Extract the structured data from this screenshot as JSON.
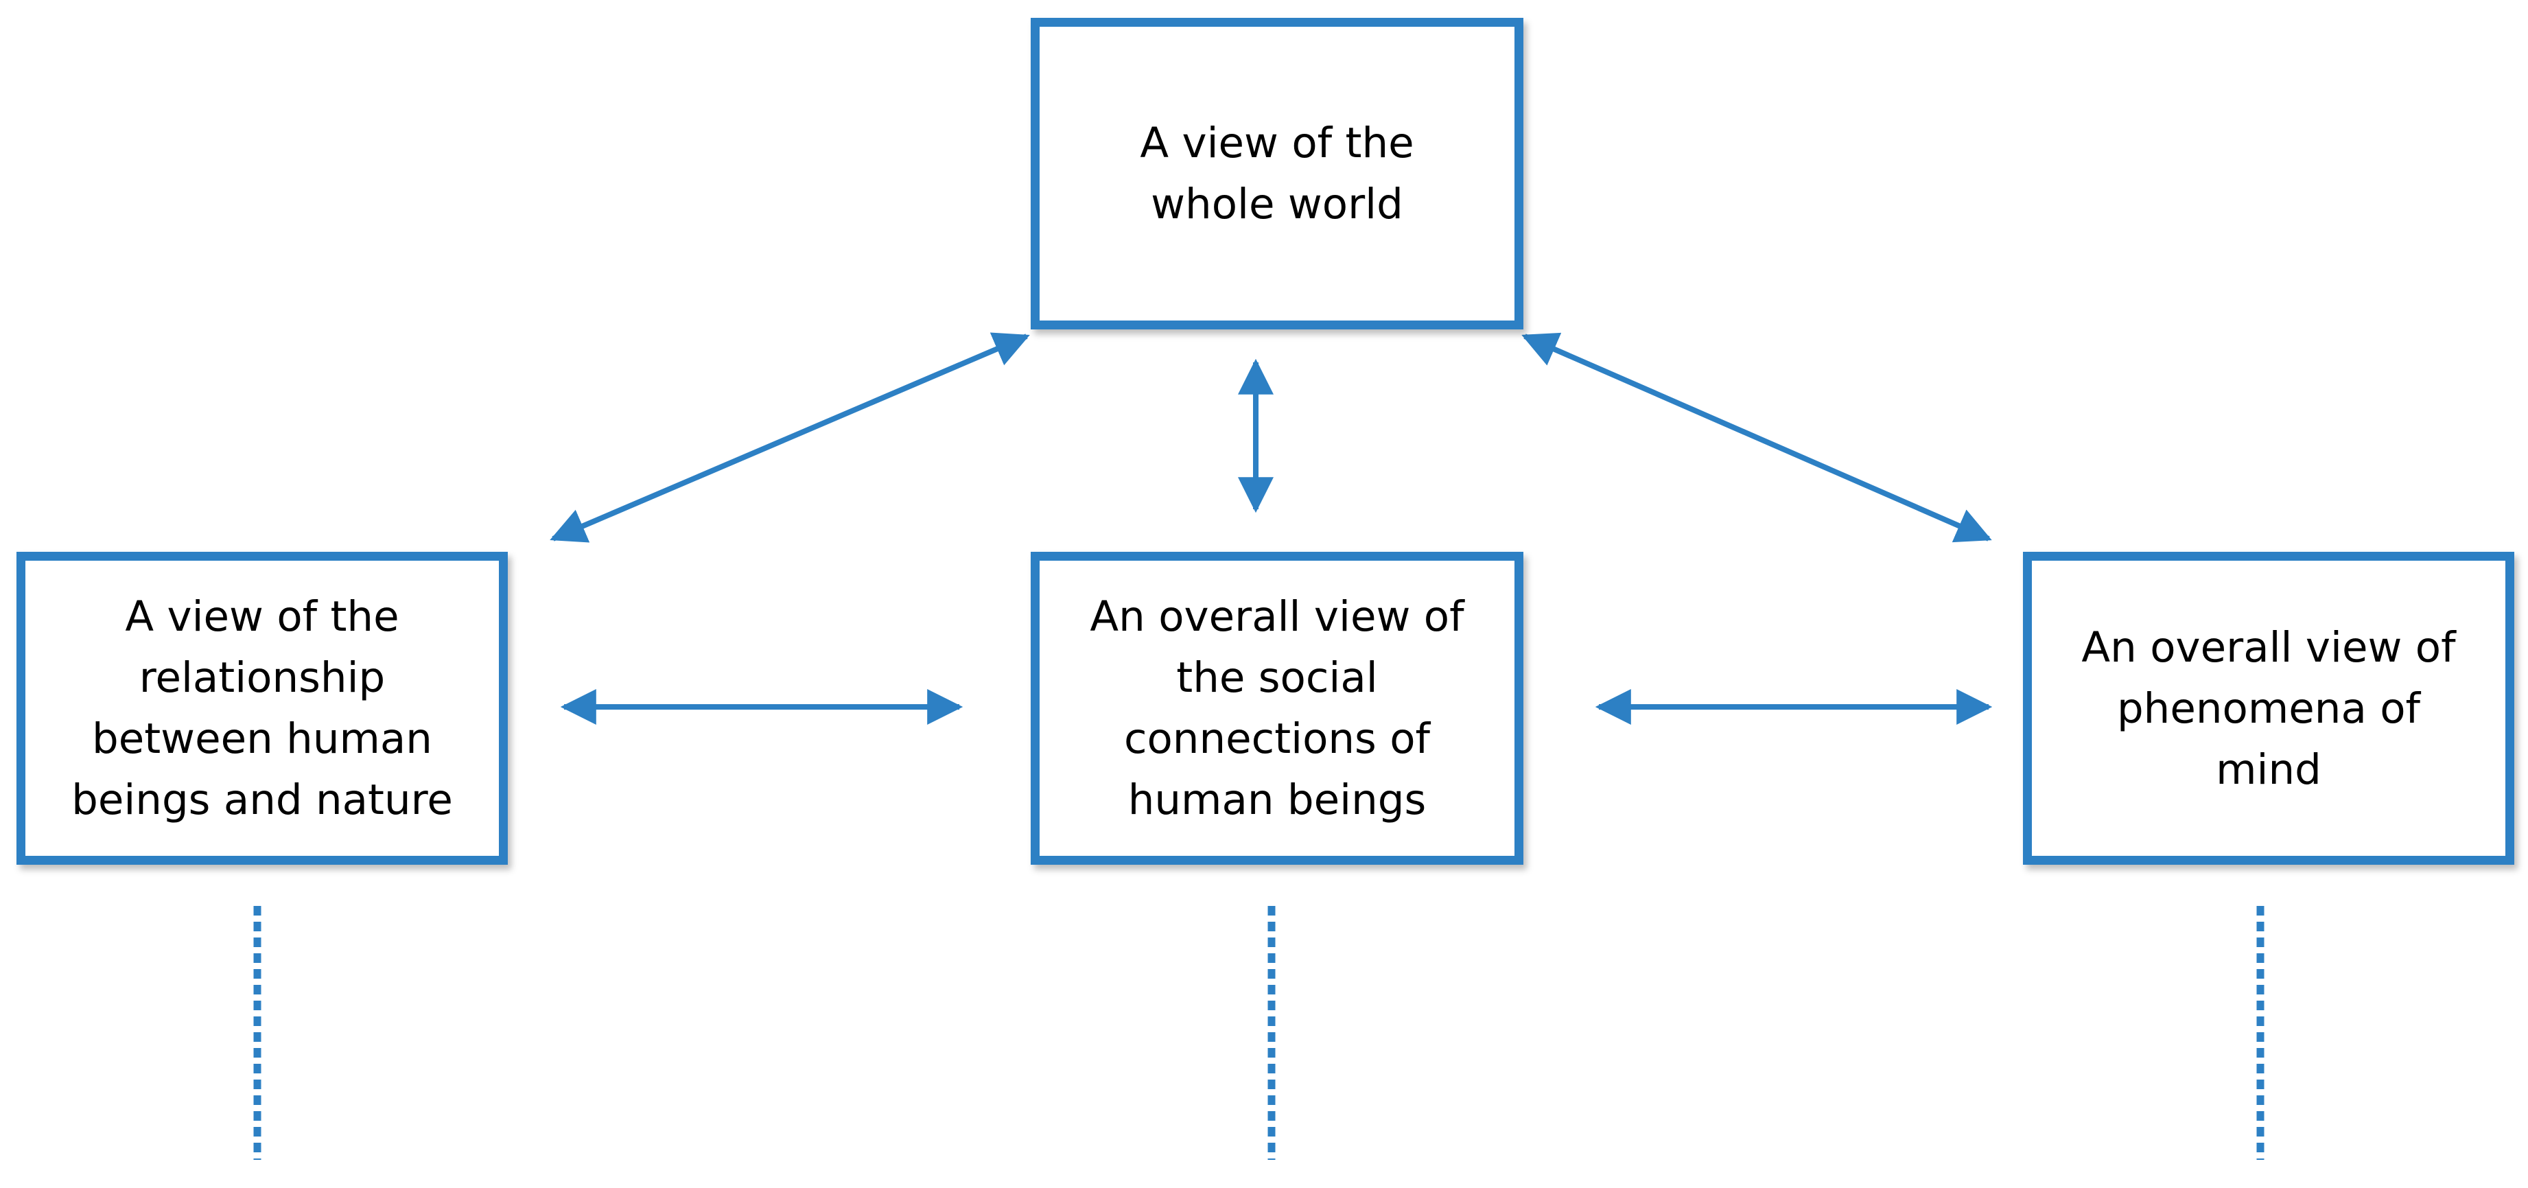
{
  "diagram": {
    "colors": {
      "accent": "#2d80c4",
      "text": "#000000",
      "background": "#ffffff"
    },
    "nodes": {
      "top": {
        "label": "A view of the\nwhole world"
      },
      "left": {
        "label": "A view of the\nrelationship\nbetween human\nbeings and nature"
      },
      "center": {
        "label": "An overall view of\nthe social\nconnections of\nhuman beings"
      },
      "right": {
        "label": "An overall view of\nphenomena of\nmind"
      }
    },
    "edges": [
      {
        "from": "top",
        "to": "left",
        "style": "double-arrow"
      },
      {
        "from": "top",
        "to": "center",
        "style": "double-arrow"
      },
      {
        "from": "top",
        "to": "right",
        "style": "double-arrow"
      },
      {
        "from": "left",
        "to": "center",
        "style": "double-arrow"
      },
      {
        "from": "center",
        "to": "right",
        "style": "double-arrow"
      },
      {
        "from": "left",
        "to": "continuation",
        "style": "dotted"
      },
      {
        "from": "center",
        "to": "continuation",
        "style": "dotted"
      },
      {
        "from": "right",
        "to": "continuation",
        "style": "dotted"
      }
    ]
  }
}
